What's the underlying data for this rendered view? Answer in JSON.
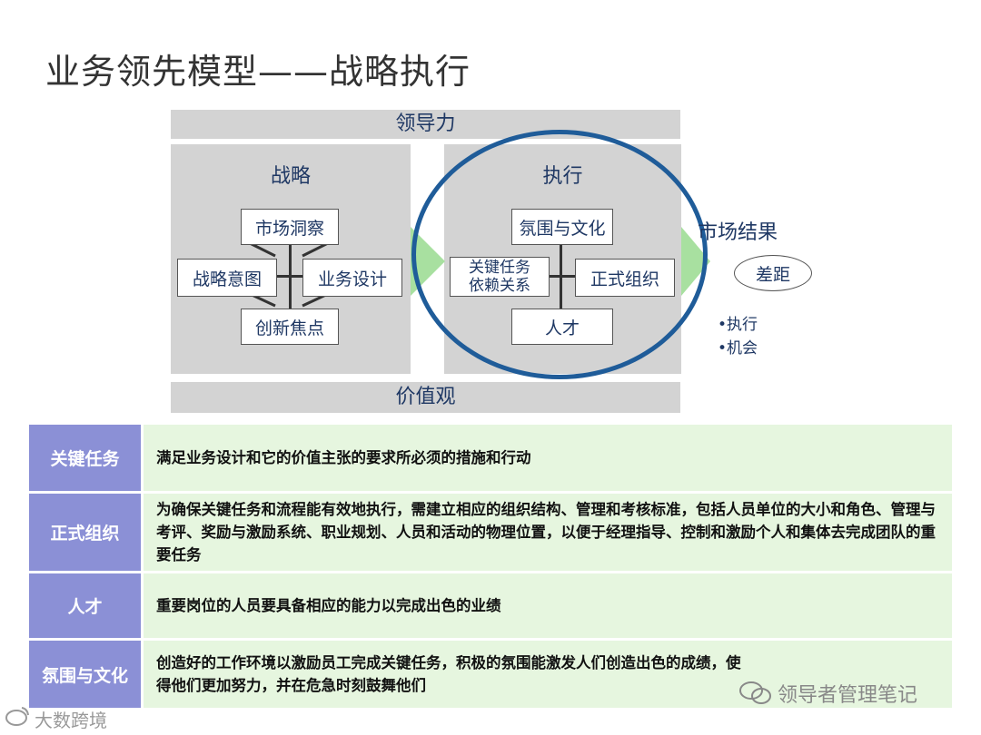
{
  "title": "业务领先模型——战略执行",
  "top_bar": "领导力",
  "bottom_bar": "价值观",
  "strategy": {
    "heading": "战略",
    "market_insight": "市场洞察",
    "strategic_intent": "战略意图",
    "business_design": "业务设计",
    "innovation_focus": "创新焦点"
  },
  "execution": {
    "heading": "执行",
    "climate_culture": "氛围与文化",
    "key_tasks_line1": "关键任务",
    "key_tasks_line2": "依赖关系",
    "formal_org": "正式组织",
    "talent": "人才"
  },
  "result": {
    "heading": "市场结果",
    "gap": "差距",
    "bullets": [
      "•执行",
      "•机会"
    ]
  },
  "table": [
    {
      "label": "关键任务",
      "desc": "满足业务设计和它的价值主张的要求所必须的措施和行动"
    },
    {
      "label": "正式组织",
      "desc": "为确保关键任务和流程能有效地执行，需建立相应的组织结构、管理和考核标准，包括人员单位的大小和角色、管理与考评、奖励与激励系统、职业规划、人员和活动的物理位置，以便于经理指导、控制和激励个人和集体去完成团队的重要任务"
    },
    {
      "label": "人才",
      "desc": "重要岗位的人员要具备相应的能力以完成出色的业绩"
    },
    {
      "label": "氛围与文化",
      "desc": "创造好的工作环境以激励员工完成关键任务，积极的氛围能激发人们创造出色的成绩，使得他们更加努力，并在危急时刻鼓舞他们"
    }
  ],
  "watermark_right": "领导者管理笔记",
  "watermark_left": "大数跨境",
  "colors": {
    "label_bg": "#8b90d6",
    "desc_bg": "#e6f6df",
    "ellipse": "#1f5c99",
    "arrow": "#a8e0a0",
    "text_blue": "#1f3864"
  }
}
